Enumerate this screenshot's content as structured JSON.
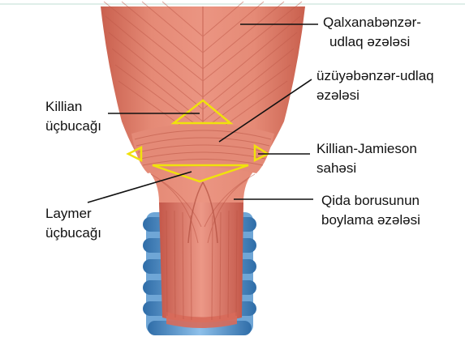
{
  "labels": {
    "thyropharyngeal": [
      "Qalxanabənzər-",
      "udlaq əzələsi"
    ],
    "cricopharyngeal": [
      "üzüyəbənzər-udlaq",
      "əzələsi"
    ],
    "killian": [
      "Killian",
      "üçbucağı"
    ],
    "killian_jamieson": [
      "Killian-Jamieson",
      "sahəsi"
    ],
    "laimer": [
      "Laymer",
      "üçbucağı"
    ],
    "longitudinal": [
      "Qida borusunun",
      "boylama əzələsi"
    ]
  },
  "colors": {
    "muscle": "#e07f6c",
    "muscle_dark": "#b9503f",
    "fiber": "#c6604f",
    "highlight": "#f0e20c",
    "cartilage": "#4f8fc9",
    "leader": "#111111"
  }
}
